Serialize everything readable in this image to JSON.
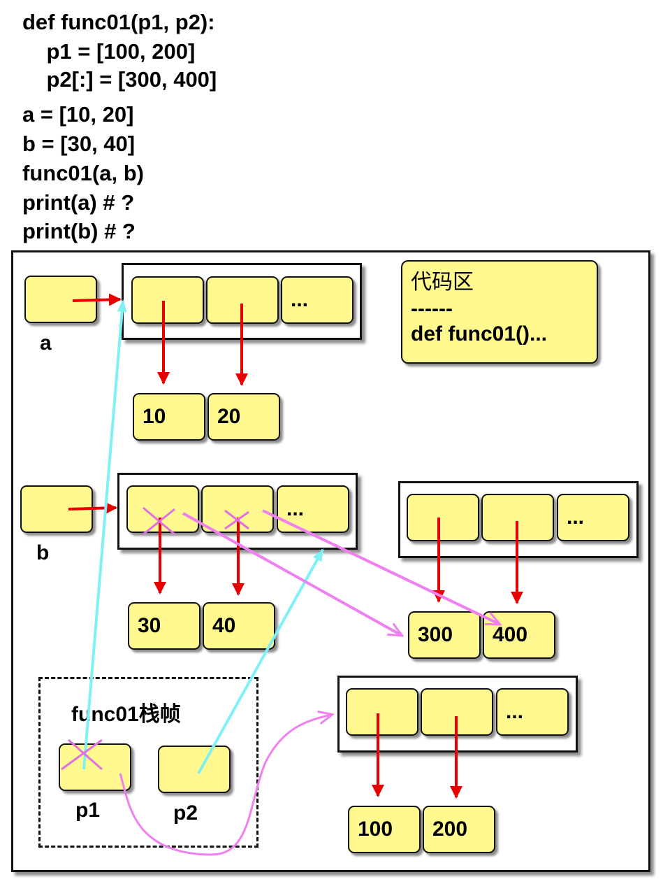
{
  "code_lines": [
    "def func01(p1, p2):",
    "    p1 = [100, 200]",
    "    p2[:] = [300, 400]",
    "a = [10, 20]",
    "b = [30, 40]",
    "func01(a, b)",
    "print(a) # ?",
    "print(b) # ?"
  ],
  "labels": {
    "a": "a",
    "b": "b",
    "p1": "p1",
    "p2": "p2"
  },
  "code_area": {
    "title": "代码区",
    "divider": "------",
    "content": "def func01()..."
  },
  "stack_frame_title": "func01栈帧",
  "list_a": {
    "ellipsis": "...",
    "values": [
      "10",
      "20"
    ]
  },
  "list_b": {
    "ellipsis": "...",
    "values": [
      "30",
      "40"
    ]
  },
  "list_new_b": {
    "ellipsis": "...",
    "values": [
      "300",
      "400"
    ]
  },
  "list_new_p1": {
    "ellipsis": "...",
    "values": [
      "100",
      "200"
    ]
  },
  "colors": {
    "cell_fill": "#fff98f",
    "ref_arrow": "#e60000",
    "param_arrow": "#7ff0f5",
    "rebind_arrow": "#f07ff0"
  }
}
